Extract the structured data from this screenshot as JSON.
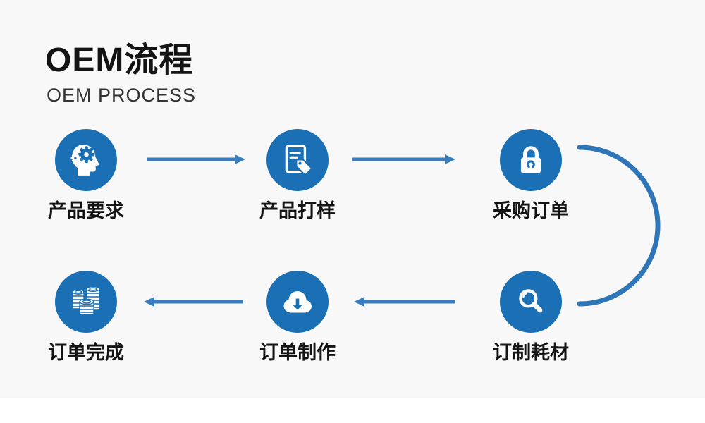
{
  "page": {
    "title": "OEM流程",
    "subtitle": "OEM PROCESS"
  },
  "colors": {
    "icon_bg": "#1a6fb5",
    "arrow": "#3a7dbf",
    "arc": "#2e76b8",
    "background": "#f8f8f8",
    "text": "#141414",
    "subtitle": "#333333"
  },
  "steps": [
    {
      "label": "产品要求",
      "icon": "head-gears-icon"
    },
    {
      "label": "产品打样",
      "icon": "document-tag-icon"
    },
    {
      "label": "采购订单",
      "icon": "padlock-icon"
    },
    {
      "label": "订制耗材",
      "icon": "magnifier-icon"
    },
    {
      "label": "订单制作",
      "icon": "cloud-download-icon"
    },
    {
      "label": "订单完成",
      "icon": "coins-icon"
    }
  ]
}
